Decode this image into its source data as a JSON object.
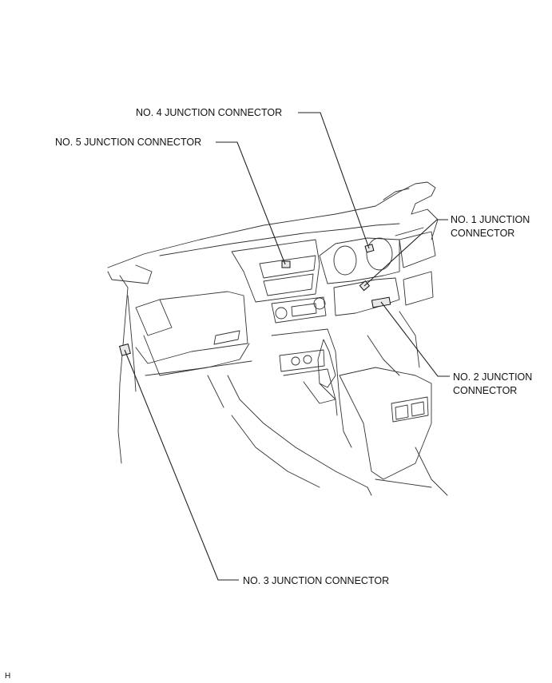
{
  "callouts": {
    "no4": {
      "line1": "NO. 4 JUNCTION CONNECTOR"
    },
    "no5": {
      "line1": "NO. 5 JUNCTION CONNECTOR"
    },
    "no1": {
      "line1": "NO. 1 JUNCTION",
      "line2": "CONNECTOR"
    },
    "no2": {
      "line1": "NO. 2 JUNCTION",
      "line2": "CONNECTOR"
    },
    "no3": {
      "line1": "NO. 3 JUNCTION CONNECTOR"
    }
  },
  "corner_mark": "H"
}
